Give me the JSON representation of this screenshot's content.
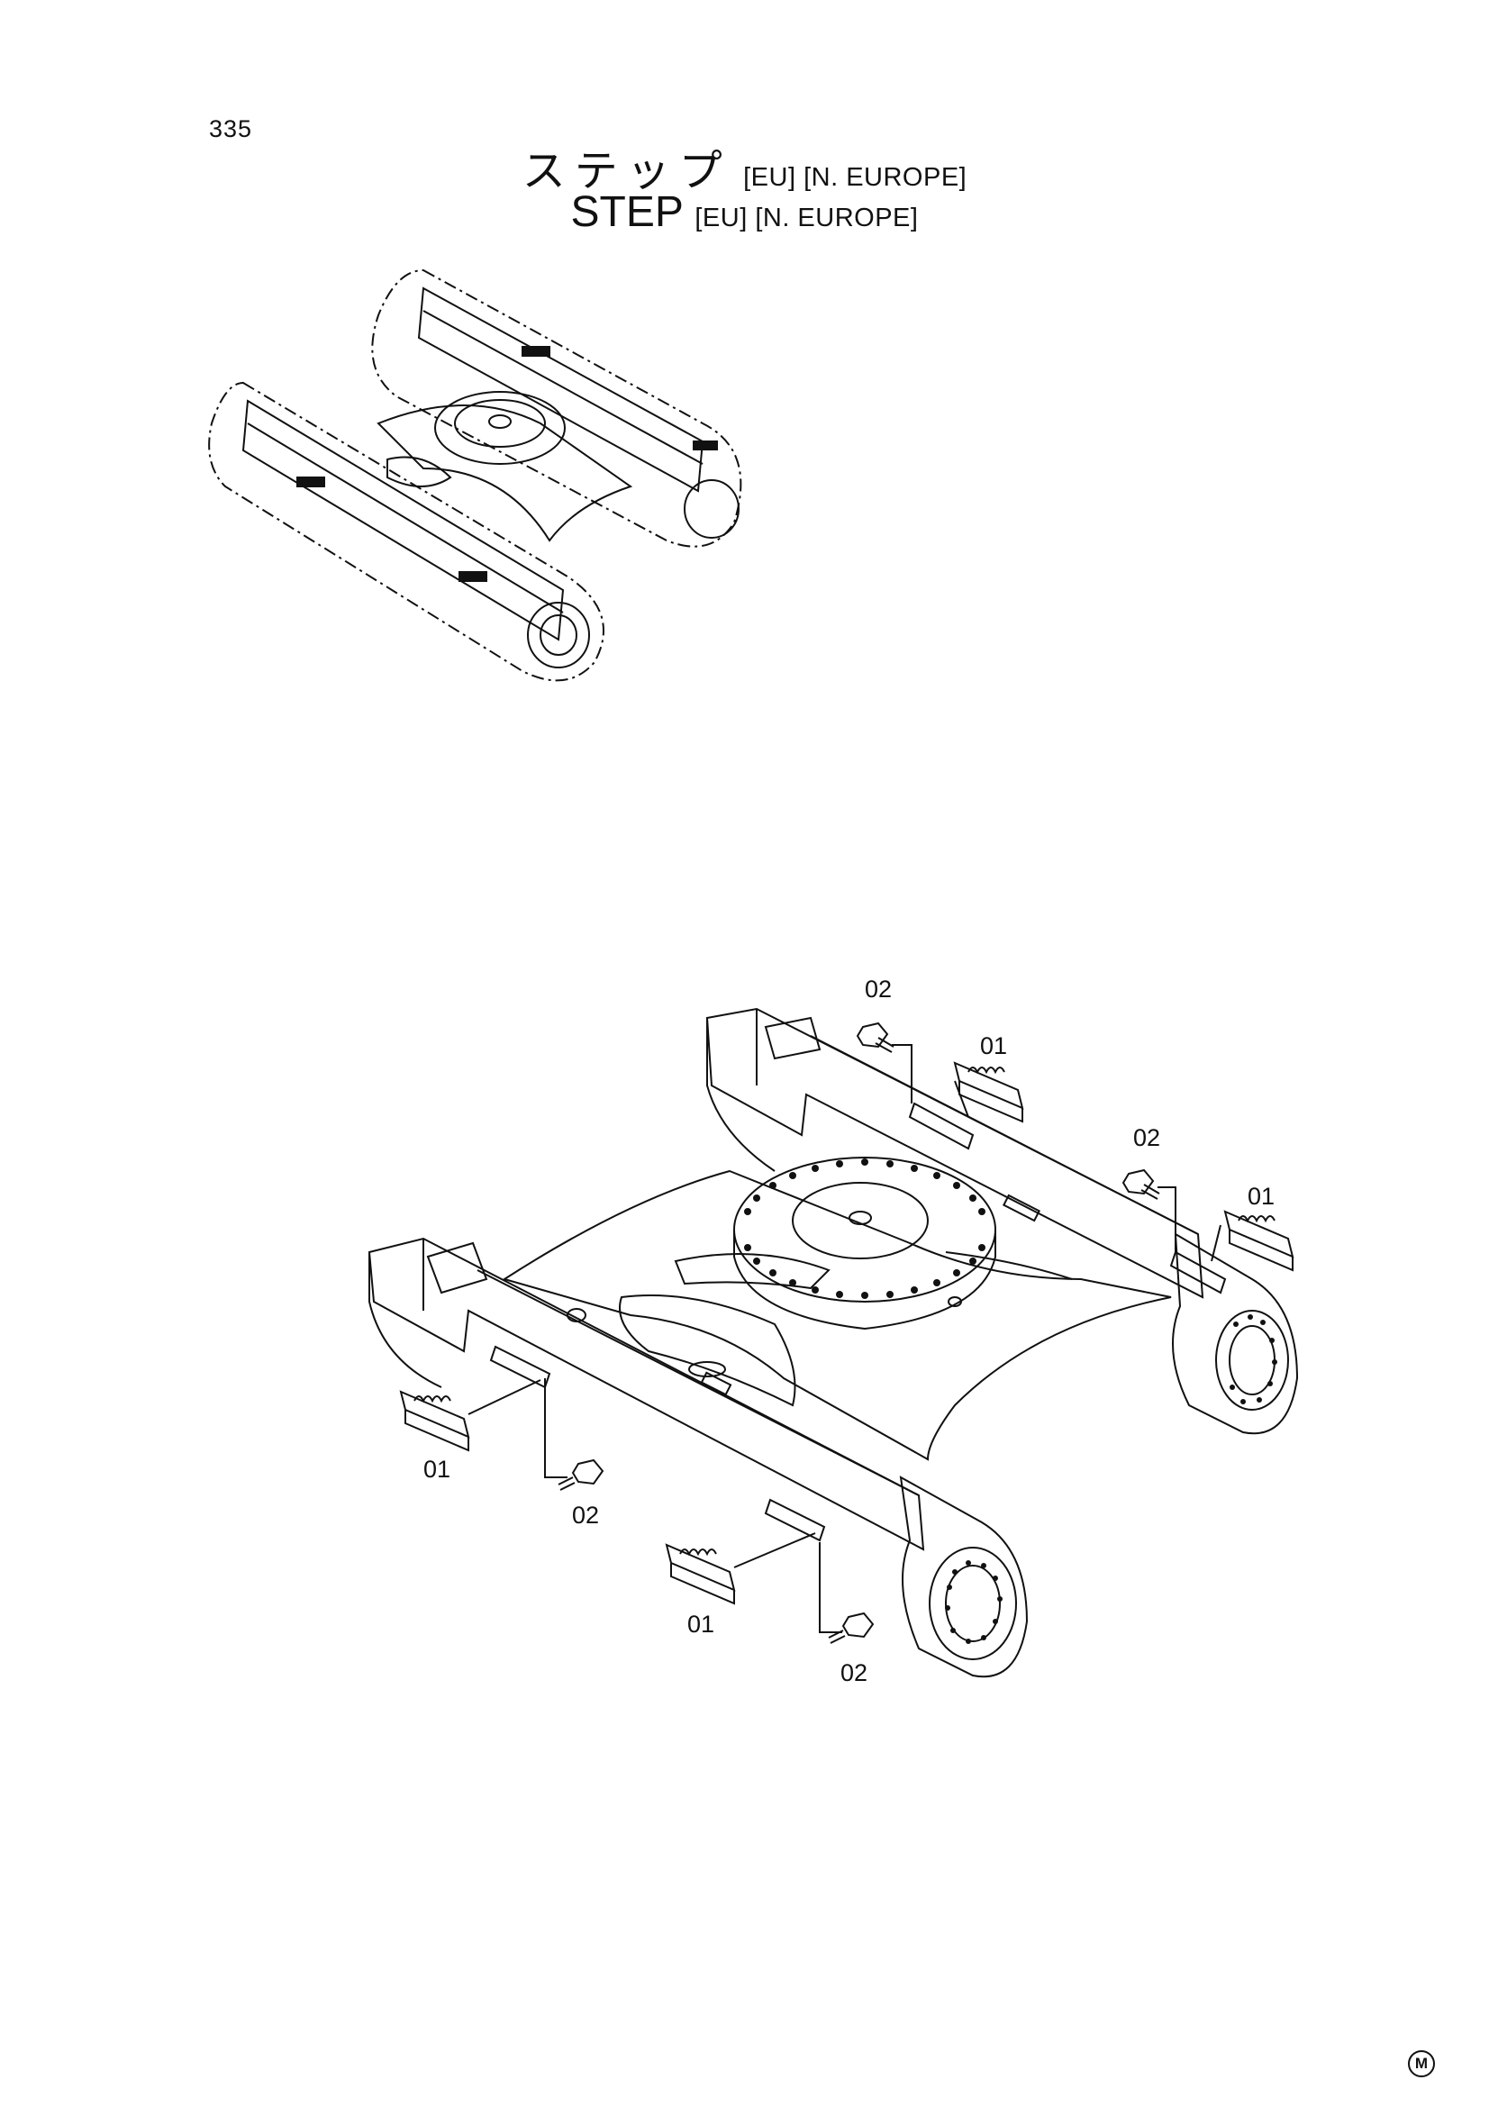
{
  "page": {
    "number": "335",
    "mark": "M"
  },
  "title": {
    "japanese": "ステップ",
    "english": "STEP",
    "suffix": "[EU] [N. EUROPE]"
  },
  "callouts": {
    "step": "01",
    "bolt": "02"
  }
}
